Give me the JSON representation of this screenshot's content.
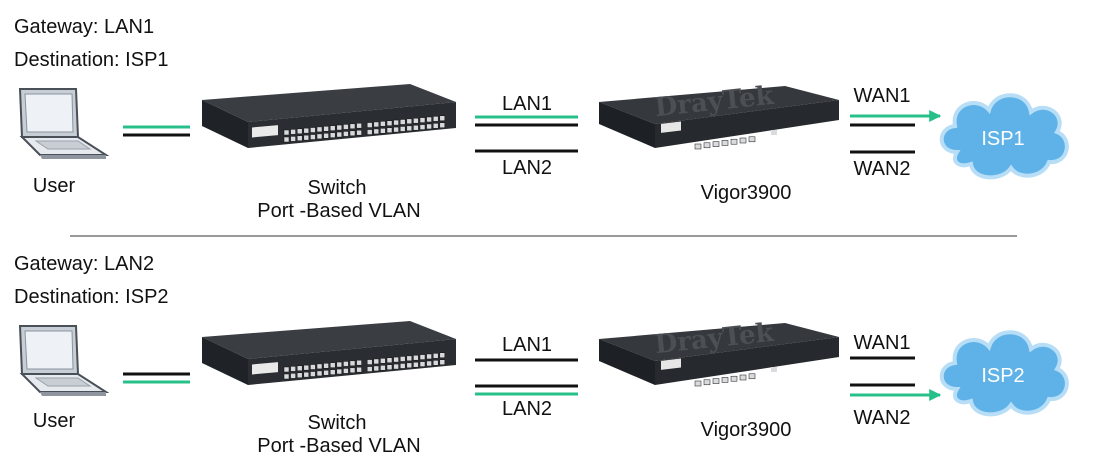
{
  "colors": {
    "accent_line": "#27c08a",
    "black_line": "#111111",
    "cloud_fill": "#5fb2e8",
    "cloud_stroke": "#b7def6",
    "divider": "#999999",
    "device_body": "#2a2d31"
  },
  "scenarios": [
    {
      "gateway_label": "Gateway: LAN1",
      "destination_label": "Destination: ISP1",
      "user_label": "User",
      "switch_label_1": "Switch",
      "switch_label_2": "Port -Based VLAN",
      "lan1_label": "LAN1",
      "lan2_label": "LAN2",
      "router_label": "Vigor3900",
      "wan1_label": "WAN1",
      "wan2_label": "WAN2",
      "cloud_label": "ISP1",
      "active_lan": "LAN1",
      "active_wan": "WAN1",
      "router_logo": "DrayTek"
    },
    {
      "gateway_label": "Gateway: LAN2",
      "destination_label": "Destination: ISP2",
      "user_label": "User",
      "switch_label_1": "Switch",
      "switch_label_2": "Port -Based VLAN",
      "lan1_label": "LAN1",
      "lan2_label": "LAN2",
      "router_label": "Vigor3900",
      "wan1_label": "WAN1",
      "wan2_label": "WAN2",
      "cloud_label": "ISP2",
      "active_lan": "LAN2",
      "active_wan": "WAN2",
      "router_logo": "DrayTek"
    }
  ]
}
